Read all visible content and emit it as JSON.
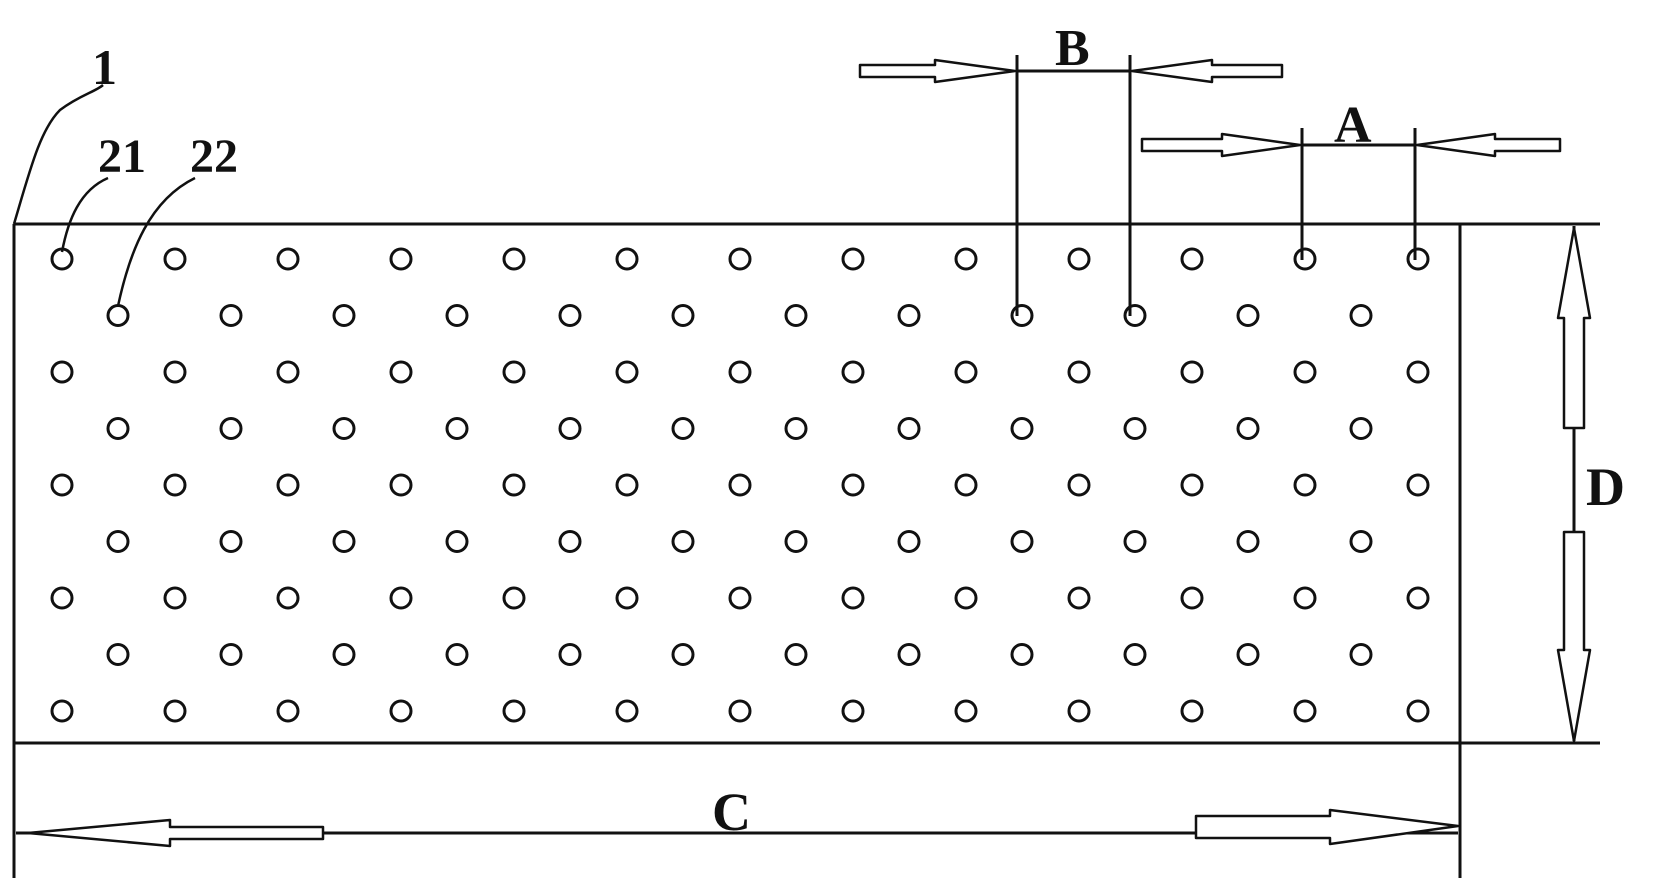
{
  "labels": {
    "plate": "1",
    "hole_a": "21",
    "hole_b": "22",
    "dim_a": "A",
    "dim_b": "B",
    "dim_c": "C",
    "dim_d": "D"
  }
}
